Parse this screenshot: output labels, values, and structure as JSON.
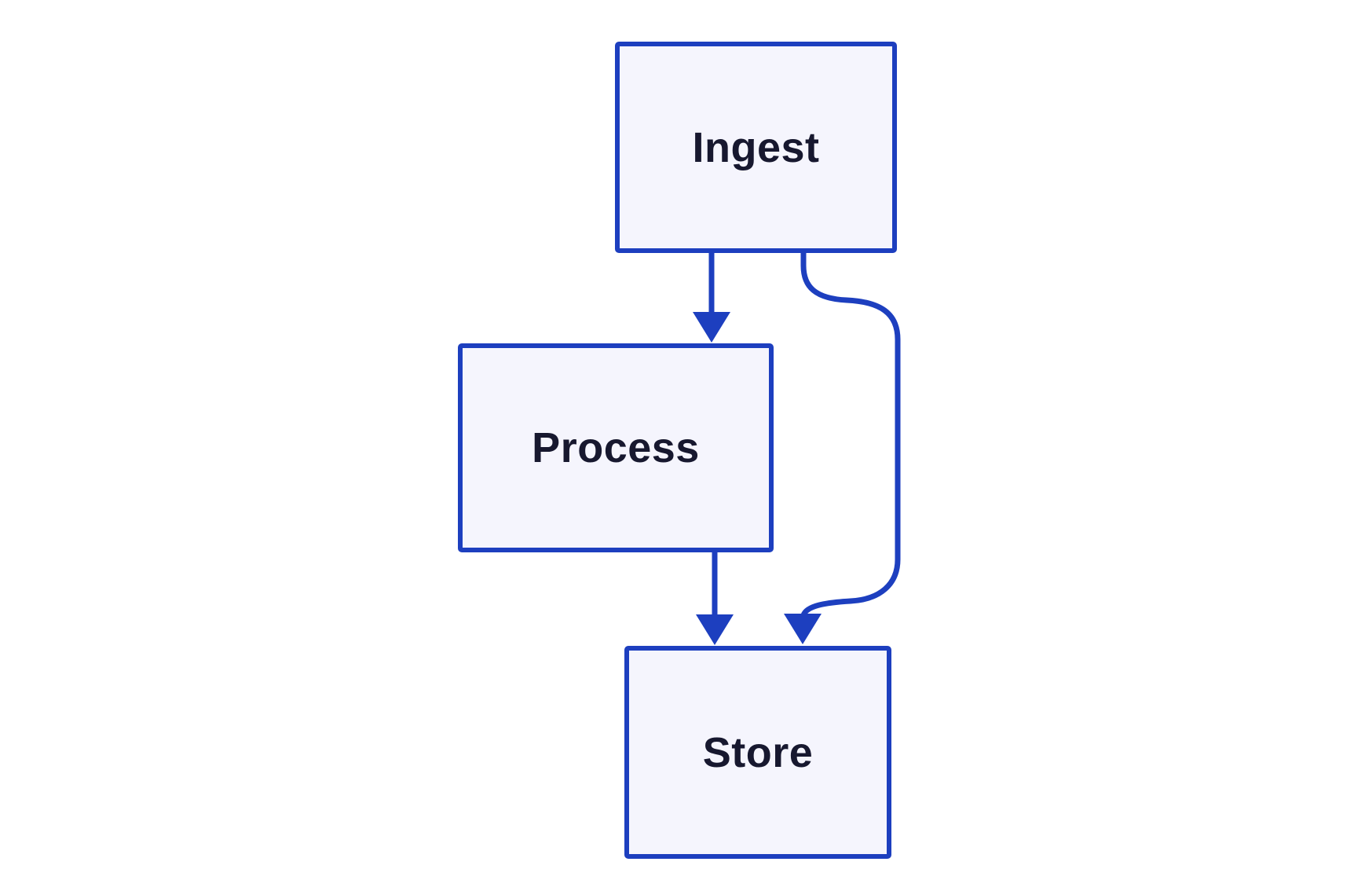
{
  "diagram": {
    "type": "flowchart",
    "direction": "top-down",
    "background_color": "#ffffff",
    "node_fill_color": "#f5f5fd",
    "node_border_color": "#1d3fbf",
    "edge_color": "#1d3fbf",
    "text_color": "#17182f",
    "nodes": [
      {
        "id": "ingest",
        "label": "Ingest"
      },
      {
        "id": "process",
        "label": "Process"
      },
      {
        "id": "store",
        "label": "Store"
      }
    ],
    "edges": [
      {
        "from": "Ingest",
        "to": "Process",
        "style": "arrow"
      },
      {
        "from": "Ingest",
        "to": "Store",
        "style": "arrow-curved"
      },
      {
        "from": "Process",
        "to": "Store",
        "style": "arrow"
      }
    ]
  }
}
